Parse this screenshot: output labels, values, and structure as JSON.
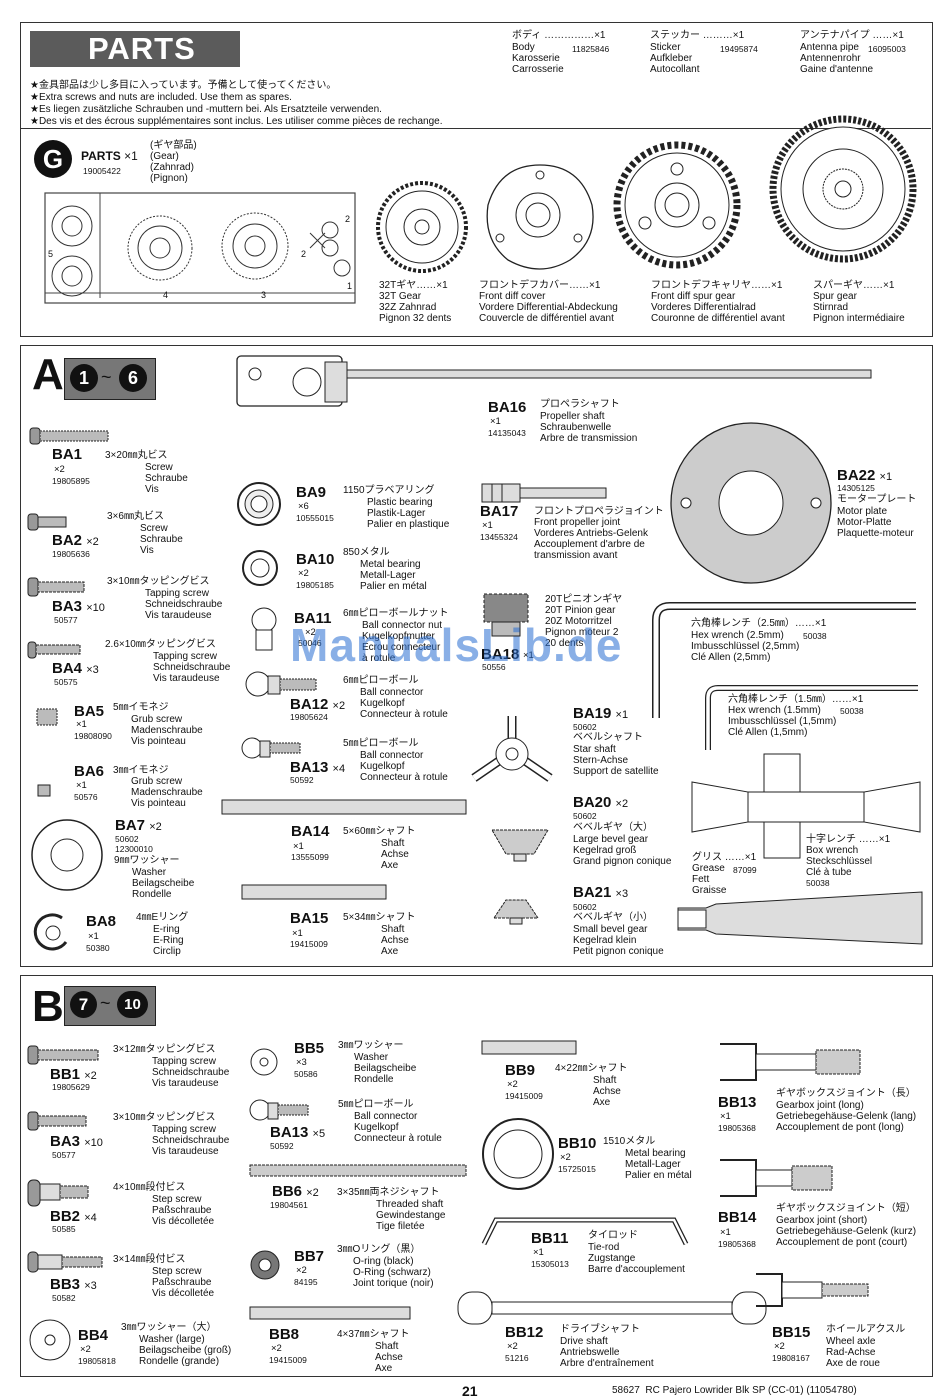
{
  "parts_header": {
    "title": "PARTS",
    "notes": [
      "★金具部品は少し多目に入っています。予備として使ってください。",
      "★Extra screws and nuts are included. Use them as spares.",
      "★Es liegen zusätzliche Schrauben und -muttern bei. Als Ersatzteile verwenden.",
      "★Des vis et des écrous supplémentaires sont inclus. Les utiliser comme pièces de rechange."
    ],
    "body": {
      "jp": "ボディ ……………×1",
      "names": "Body\nKarosserie\nCarrosserie",
      "code": "11825846"
    },
    "sticker": {
      "jp": "ステッカー ………×1",
      "names": "Sticker\nAufkleber\nAutocollant",
      "code": "19495874"
    },
    "antenna": {
      "jp": "アンテナパイプ ……×1",
      "names": "Antenna pipe\nAntennenrohr\nGaine d'antenne",
      "code": "16095003"
    }
  },
  "g_parts": {
    "letter": "G",
    "label": "PARTS",
    "qty": "×1",
    "code": "19005422",
    "names": "(ギヤ部品)\n(Gear)\n(Zahnrad)\n(Pignon)",
    "runner_nums": [
      "5",
      "4",
      "3",
      "2",
      "2",
      "1"
    ],
    "gear32": {
      "jp": "32Tギヤ……×1",
      "names": "32T Gear\n32Z Zahnrad\nPignon 32 dents"
    },
    "diff_cover": {
      "jp": "フロントデフカバー……×1",
      "names": "Front diff cover\nVordere Differential-Abdeckung\nCouvercle de différentiel avant"
    },
    "diff_gear": {
      "jp": "フロントデフキャリヤ……×1",
      "names": "Front diff spur gear\nVorderes Differentialrad\nCouronne de différentiel avant"
    },
    "spur": {
      "jp": "スパーギヤ……×1",
      "names": "Spur gear\nStirnrad\nPignon intermédiaire"
    }
  },
  "section_a": {
    "letter": "A",
    "step_from": "1",
    "step_to": "6",
    "tilde": "~",
    "items": [
      {
        "id": "BA1",
        "qty": "×2",
        "code": "19805895",
        "jp": "3×20㎜丸ビス",
        "names": "Screw\nSchraube\nVis"
      },
      {
        "id": "BA2",
        "qty": "×2",
        "code": "19805636",
        "jp": "3×6㎜丸ビス",
        "names": "Screw\nSchraube\nVis"
      },
      {
        "id": "BA3",
        "qty": "×10",
        "code": "50577",
        "jp": "3×10㎜タッピングビス",
        "names": "Tapping screw\nSchneidschraube\nVis taraudeuse"
      },
      {
        "id": "BA4",
        "qty": "×3",
        "code": "50575",
        "jp": "2.6×10㎜タッピングビス",
        "names": "Tapping screw\nSchneidschraube\nVis taraudeuse"
      },
      {
        "id": "BA5",
        "qty": "×1",
        "code": "19808090",
        "jp": "5㎜イモネジ",
        "names": "Grub screw\nMadenschraube\nVis pointeau"
      },
      {
        "id": "BA6",
        "qty": "×1",
        "code": "50576",
        "jp": "3㎜イモネジ",
        "names": "Grub screw\nMadenschraube\nVis pointeau"
      },
      {
        "id": "BA7",
        "qty": "×2",
        "code": "50602\n12300010",
        "jp": "9㎜ワッシャー",
        "names": "Washer\nBeilagscheibe\nRondelle"
      },
      {
        "id": "BA8",
        "qty": "×1",
        "code": "50380",
        "jp": "4㎜Eリング",
        "names": "E-ring\nE-Ring\nCirclip"
      },
      {
        "id": "BA9",
        "qty": "×6",
        "code": "10555015",
        "jp": "1150プラベアリング",
        "names": "Plastic bearing\nPlastik-Lager\nPalier en plastique"
      },
      {
        "id": "BA10",
        "qty": "×2",
        "code": "19805185",
        "jp": "850メタル",
        "names": "Metal bearing\nMetall-Lager\nPalier en métal"
      },
      {
        "id": "BA11",
        "qty": "×2",
        "code": "50046",
        "jp": "6㎜ピローボールナット",
        "names": "Ball connector nut\nKugelkopfmutter\nEcrou connecteur\nà rotule"
      },
      {
        "id": "BA12",
        "qty": "×2",
        "code": "19805624",
        "jp": "6㎜ピローボール",
        "names": "Ball connector\nKugelkopf\nConnecteur à rotule"
      },
      {
        "id": "BA13",
        "qty": "×4",
        "code": "50592",
        "jp": "5㎜ピローボール",
        "names": "Ball connector\nKugelkopf\nConnecteur à rotule"
      },
      {
        "id": "BA14",
        "qty": "×1",
        "code": "13555099",
        "jp": "5×60㎜シャフト",
        "names": "Shaft\nAchse\nAxe"
      },
      {
        "id": "BA15",
        "qty": "×1",
        "code": "19415009",
        "jp": "5×34㎜シャフト",
        "names": "Shaft\nAchse\nAxe"
      },
      {
        "id": "BA16",
        "qty": "×1",
        "code": "14135043",
        "jp": "プロペラシャフト",
        "names": "Propeller shaft\nSchraubenwelle\nArbre de transmission"
      },
      {
        "id": "BA17",
        "qty": "×1",
        "code": "13455324",
        "jp": "フロントプロペラジョイント",
        "names": "Front propeller joint\nVorderes Antriebs-Gelenk\nAccouplement d'arbre de\ntransmission avant"
      },
      {
        "id": "BA18",
        "qty": "×1",
        "code": "50556",
        "jp": "20Tピニオンギヤ",
        "names": "20T Pinion gear\n20Z Motorritzel\nPignon moteur 2\n20 dents"
      },
      {
        "id": "BA19",
        "qty": "×1",
        "code": "50602",
        "jp": "ベベルシャフト",
        "names": "Star shaft\nStern-Achse\nSupport de satellite"
      },
      {
        "id": "BA20",
        "qty": "×2",
        "code": "50602",
        "jp": "ベベルギヤ（大）",
        "names": "Large bevel gear\nKegelrad groß\nGrand pignon conique"
      },
      {
        "id": "BA21",
        "qty": "×3",
        "code": "50602",
        "jp": "ベベルギヤ（小）",
        "names": "Small bevel gear\nKegelrad klein\nPetit pignon conique"
      },
      {
        "id": "BA22",
        "qty": "×1",
        "code": "14305125",
        "jp": "モータープレート",
        "names": "Motor plate\nMotor-Platte\nPlaquette-moteur"
      }
    ],
    "hex25": {
      "jp": "六角棒レンチ（2.5㎜）……×1",
      "names": "Hex wrench (2.5mm)\nImbusschlüssel (2,5mm)\nClé Allen (2,5mm)",
      "code": "50038"
    },
    "hex15": {
      "jp": "六角棒レンチ（1.5㎜）……×1",
      "names": "Hex wrench (1.5mm)\nImbusschlüssel (1,5mm)\nClé Allen (1,5mm)",
      "code": "50038"
    },
    "cross": {
      "jp": "十字レンチ ……×1",
      "names": "Box wrench\nSteckschlüssel\nClé à tube",
      "code": "50038"
    },
    "grease": {
      "jp": "グリス ……×1",
      "names": "Grease\nFett\nGraisse",
      "code": "87099"
    }
  },
  "section_b": {
    "letter": "B",
    "step_from": "7",
    "step_to": "10",
    "tilde": "~",
    "items": [
      {
        "id": "BB1",
        "qty": "×2",
        "code": "19805629",
        "jp": "3×12㎜タッピングビス",
        "names": "Tapping screw\nSchneidschraube\nVis taraudeuse"
      },
      {
        "id": "BA3",
        "qty": "×10",
        "code": "50577",
        "jp": "3×10㎜タッピングビス",
        "names": "Tapping screw\nSchneidschraube\nVis taraudeuse"
      },
      {
        "id": "BB2",
        "qty": "×4",
        "code": "50585",
        "jp": "4×10㎜段付ビス",
        "names": "Step screw\nPaßschraube\nVis décolletée"
      },
      {
        "id": "BB3",
        "qty": "×3",
        "code": "50582",
        "jp": "3×14㎜段付ビス",
        "names": "Step screw\nPaßschraube\nVis décolletée"
      },
      {
        "id": "BB4",
        "qty": "×2",
        "code": "19805818",
        "jp": "3㎜ワッシャー（大）",
        "names": "Washer (large)\nBeilagscheibe (groß)\nRondelle (grande)"
      },
      {
        "id": "BB5",
        "qty": "×3",
        "code": "50586",
        "jp": "3㎜ワッシャー",
        "names": "Washer\nBeilagscheibe\nRondelle"
      },
      {
        "id": "BA13",
        "qty": "×5",
        "code": "50592",
        "jp": "5㎜ピローボール",
        "names": "Ball connector\nKugelkopf\nConnecteur à rotule"
      },
      {
        "id": "BB6",
        "qty": "×2",
        "code": "19804561",
        "jp": "3×35㎜両ネジシャフト",
        "names": "Threaded shaft\nGewindestange\nTige filetée"
      },
      {
        "id": "BB7",
        "qty": "×2",
        "code": "84195",
        "jp": "3㎜Oリング（黒）",
        "names": "O-ring (black)\nO-Ring (schwarz)\nJoint torique (noir)"
      },
      {
        "id": "BB8",
        "qty": "×2",
        "code": "19415009",
        "jp": "4×37㎜シャフト",
        "names": "Shaft\nAchse\nAxe"
      },
      {
        "id": "BB9",
        "qty": "×2",
        "code": "19415009",
        "jp": "4×22㎜シャフト",
        "names": "Shaft\nAchse\nAxe"
      },
      {
        "id": "BB10",
        "qty": "×2",
        "code": "15725015",
        "jp": "1510メタル",
        "names": "Metal bearing\nMetall-Lager\nPalier en métal"
      },
      {
        "id": "BB11",
        "qty": "×1",
        "code": "15305013",
        "jp": "タイロッド",
        "names": "Tie-rod\nZugstange\nBarre d'accouplement"
      },
      {
        "id": "BB12",
        "qty": "×2",
        "code": "51216",
        "jp": "ドライブシャフト",
        "names": "Drive shaft\nAntriebswelle\nArbre d'entraînement"
      },
      {
        "id": "BB13",
        "qty": "×1",
        "code": "19805368",
        "jp": "ギヤボックスジョイント（長）",
        "names": "Gearbox joint (long)\nGetriebegehäuse-Gelenk (lang)\nAccouplement de pont (long)"
      },
      {
        "id": "BB14",
        "qty": "×1",
        "code": "19805368",
        "jp": "ギヤボックスジョイント（短）",
        "names": "Gearbox joint (short)\nGetriebegehäuse-Gelenk (kurz)\nAccouplement de pont (court)"
      },
      {
        "id": "BB15",
        "qty": "×2",
        "code": "19808167",
        "jp": "ホイールアクスル",
        "names": "Wheel axle\nRad-Achse\nAxe de roue"
      }
    ]
  },
  "footer": {
    "page": "21",
    "model": "58627  RC Pajero Lowrider Blk SP (CC-01) (11054780)"
  },
  "watermark": "ManualsLib.de"
}
